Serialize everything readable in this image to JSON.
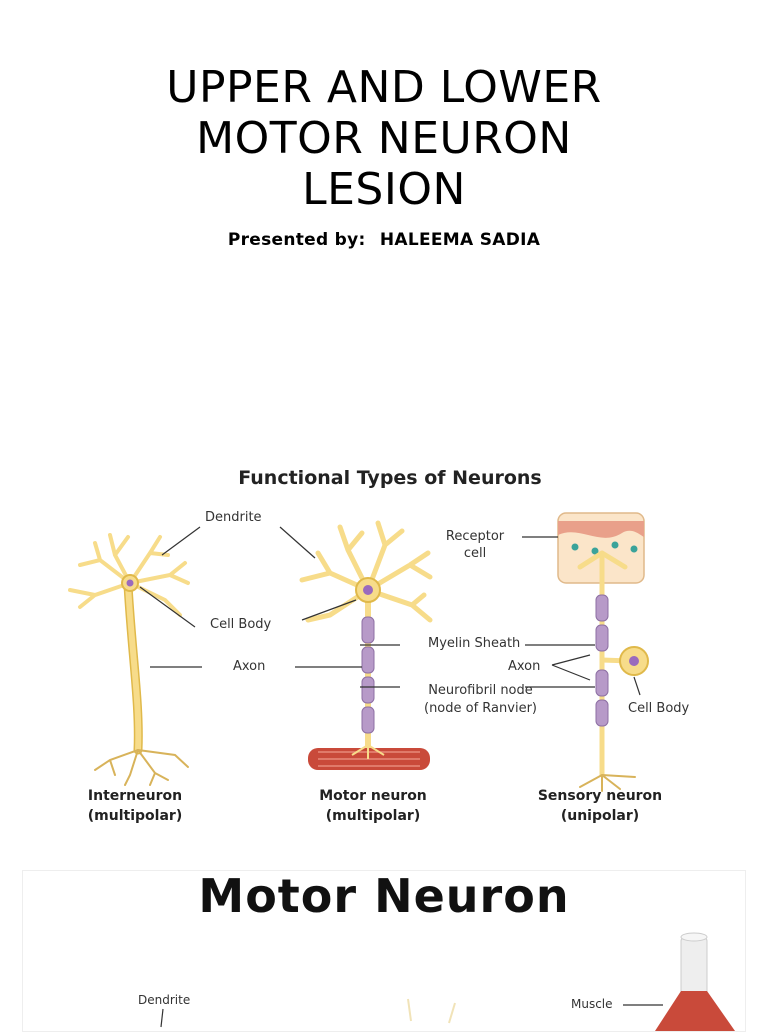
{
  "title_lines": [
    "UPPER AND LOWER",
    "MOTOR NEURON",
    "LESION"
  ],
  "presenter": {
    "label": "Presented by:",
    "name": "HALEEMA SADIA"
  },
  "figure1": {
    "title": "Functional Types of Neurons",
    "labels": {
      "dendrite": "Dendrite",
      "cell_body_left": "Cell Body",
      "axon_left": "Axon",
      "receptor": "Receptor",
      "receptor_2": "cell",
      "myelin": "Myelin Sheath",
      "axon_right": "Axon",
      "node": "Neurofibril node",
      "node_2": "(node of Ranvier)",
      "cell_body_right": "Cell Body"
    },
    "captions": [
      {
        "name": "Interneuron",
        "type": "(multipolar)"
      },
      {
        "name": "Motor neuron",
        "type": "(multipolar)"
      },
      {
        "name": "Sensory neuron",
        "type": "(unipolar)"
      }
    ]
  },
  "figure2": {
    "title": "Motor Neuron",
    "labels": {
      "dendrite": "Dendrite",
      "muscle": "Muscle"
    }
  },
  "colors": {
    "neuron_fill": "#f7dc8a",
    "neuron_stroke": "#e0b94a",
    "myelin": "#b79ac8",
    "nucleus": "#9a6bbd",
    "muscle": "#c94a3a",
    "skin": "#e9a08a"
  }
}
